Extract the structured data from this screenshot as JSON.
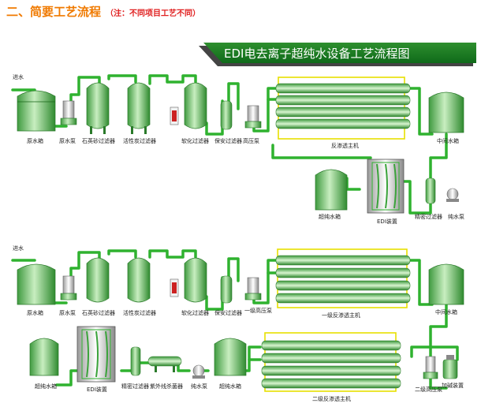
{
  "heading": {
    "title": "二、简要工艺流程",
    "note": "（注：不同项目工艺不同）"
  },
  "diagram1": {
    "banner": "EDI电去离子超纯水设备工艺流程图",
    "inlet": "进水",
    "labels": {
      "raw_tank": "原水箱",
      "raw_pump": "原水泵",
      "sand": "石英砂过滤器",
      "carbon": "活性炭过滤器",
      "softener": "软化过滤器",
      "security": "保安过滤器",
      "hp_pump": "高压泵",
      "ro": "反渗透主机",
      "mid_tank": "中间水箱",
      "pure_tank": "超纯水箱",
      "edi": "EDI装置",
      "precision": "精密过滤器",
      "pure_pump": "纯水泵"
    }
  },
  "diagram2": {
    "inlet": "进水",
    "labels": {
      "raw_tank": "原水箱",
      "raw_pump": "原水泵",
      "sand": "石英砂过滤器",
      "carbon": "活性炭过滤器",
      "softener": "软化过滤器",
      "security": "保安过滤器",
      "hp_pump1": "一级高压泵",
      "ro1": "一级反渗透主机",
      "mid_tank": "中间水箱",
      "pure_tank": "超纯水箱",
      "edi": "EDI装置",
      "precision": "精密过滤器",
      "uv": "紫外线杀菌器",
      "pure_pump": "纯水泵",
      "pure_tank2": "超纯水箱",
      "ro2": "二级反渗透主机",
      "hp_pump2": "二级高压泵",
      "alkali": "加碱装置"
    }
  }
}
